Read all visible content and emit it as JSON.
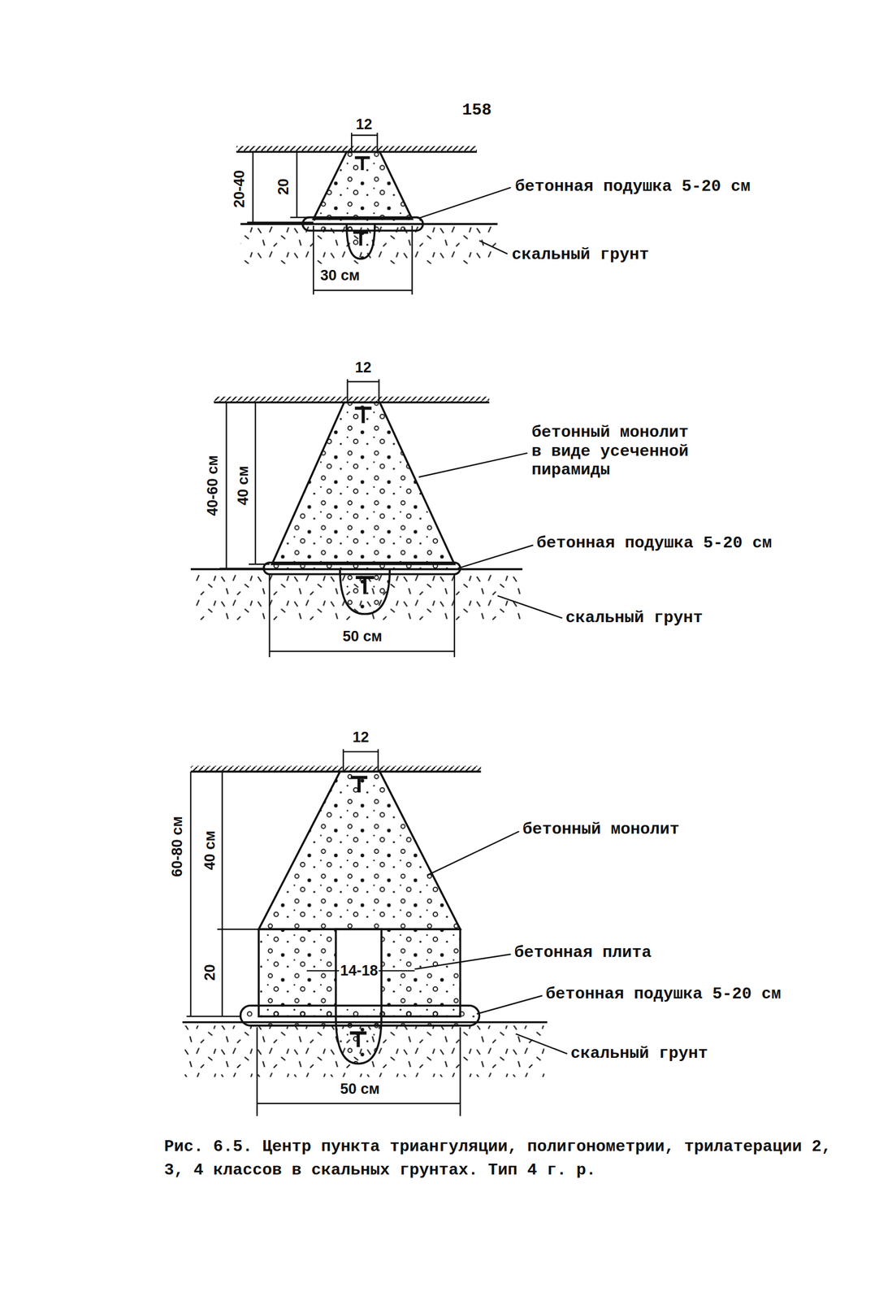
{
  "diagram": {
    "caption": "Рис. 6.5. Центр пункта триангуляции, полигонометрии, трилатерации 2, 3, 4 классов в скальных грунтах. Тип 4 г. р.",
    "labels": [
      "158",
      "12",
      "20-40",
      "20",
      "30 см",
      "бетонная подушка 5-20 см",
      "скальный грунт",
      "12",
      "40-60 см",
      "40 см",
      "50 см",
      "бетонный монолит в виде усеченной пирамиды",
      "бетонная подушка 5-20 см",
      "скальный грунт",
      "12",
      "60-80 см",
      "40 см",
      "20",
      "14-18",
      "50 см",
      "бетонный монолит",
      "бетонная плита",
      "бетонная подушка 5-20 см",
      "скальный грунт"
    ]
  }
}
